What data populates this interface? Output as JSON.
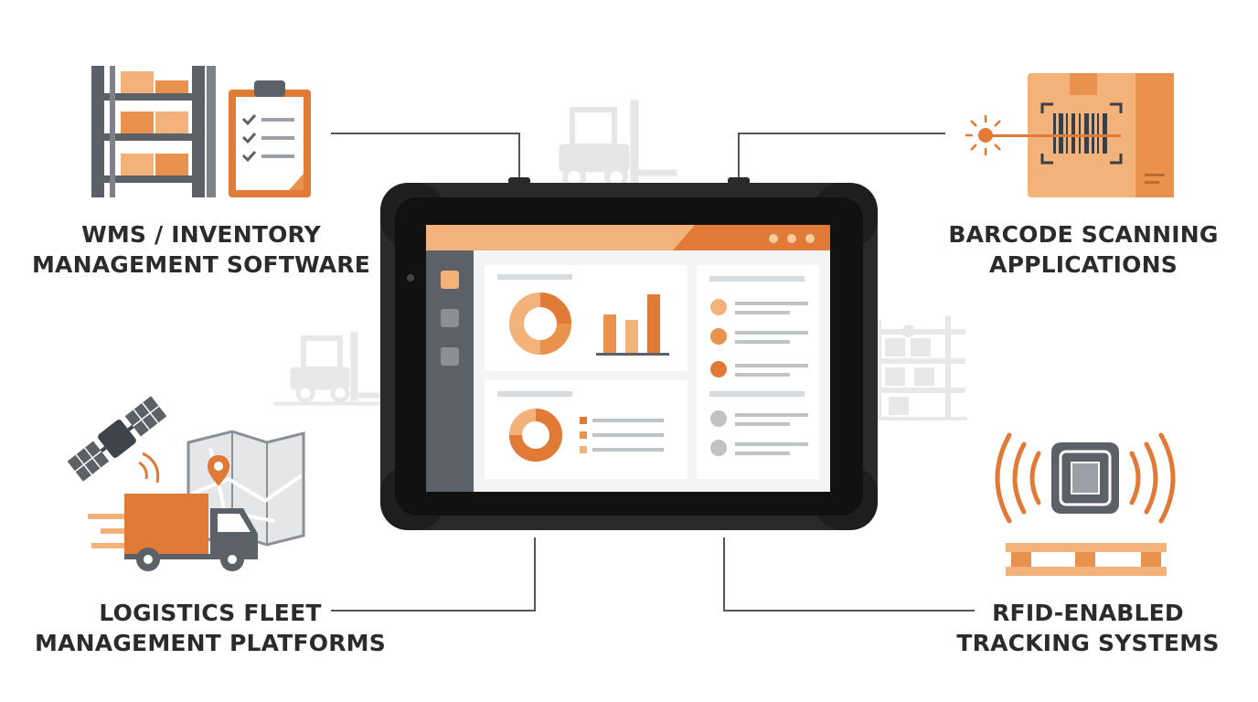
{
  "labels": {
    "wms": {
      "line1": "WMS / INVENTORY",
      "line2": "MANAGEMENT SOFTWARE"
    },
    "barcode": {
      "line1": "BARCODE SCANNING",
      "line2": "APPLICATIONS"
    },
    "fleet": {
      "line1": "LOGISTICS FLEET",
      "line2": "MANAGEMENT PLATFORMS"
    },
    "rfid": {
      "line1": "RFID-ENABLED",
      "line2": "TRACKING SYSTEMS"
    }
  },
  "icons": {
    "wms": [
      "warehouse-shelf-icon",
      "clipboard-checklist-icon"
    ],
    "barcode": [
      "barcode-scanner-box-icon"
    ],
    "fleet": [
      "satellite-icon",
      "map-pin-icon",
      "delivery-truck-icon"
    ],
    "rfid": [
      "rfid-tag-icon",
      "pallet-icon"
    ],
    "background": [
      "forklift-icon",
      "warehouse-rack-icon"
    ]
  },
  "colors": {
    "accent": "#E07A36",
    "accent_light": "#F2B27A",
    "dark_gray": "#5B6166",
    "light_gray": "#D9DCDE",
    "tablet_body": "#2A2A2A",
    "text": "#2B2B2B"
  }
}
